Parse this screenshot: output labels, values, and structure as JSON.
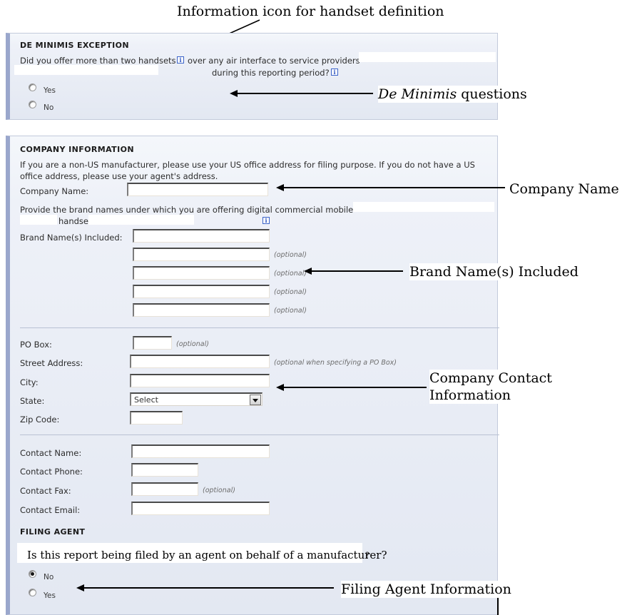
{
  "annotations": {
    "handset_info": "Information icon for handset definition",
    "de_minimis_pre": "De Minimis",
    "de_minimis_post": " questions",
    "company_name": "Company Name",
    "brand_names": "Brand Name(s) Included",
    "contact_info_line1": "Company Contact",
    "contact_info_line2": "Information",
    "filing_agent": "Filing Agent Information"
  },
  "de_minimis": {
    "section_title": "DE MINIMIS EXCEPTION",
    "question_part1": "Did you offer more than two handsets",
    "question_part2": "over any air interface to service providers",
    "question_part3": "during this reporting period?",
    "info_icon_1": "info-icon",
    "info_icon_2": "info-icon",
    "options": [
      {
        "label": "Yes",
        "selected": false
      },
      {
        "label": "No",
        "selected": false
      }
    ]
  },
  "company": {
    "section_title": "COMPANY INFORMATION",
    "intro": "If you are a non-US manufacturer, please use your US office address for filing purpose. If you do not have a US office address, please use your agent's address.",
    "company_name_label": "Company Name:",
    "company_name_value": "",
    "brand_prompt_part1": "Provide the brand names under which you are offering digital commercial mobile",
    "brand_prompt_part2": "handsets",
    "brand_info_icon": "info-icon",
    "brand_label": "Brand Name(s) Included:",
    "brand_values": [
      "",
      "",
      "",
      "",
      ""
    ],
    "optional_text": "(optional)",
    "address": {
      "po_box_label": "PO Box:",
      "po_box_value": "",
      "po_box_optional": "(optional)",
      "street_label": "Street Address:",
      "street_value": "",
      "street_optional": "(optional when specifying a PO Box)",
      "city_label": "City:",
      "city_value": "",
      "state_label": "State:",
      "state_value": "Select",
      "zip_label": "Zip Code:",
      "zip_value": ""
    },
    "contact": {
      "name_label": "Contact Name:",
      "name_value": "",
      "phone_label": "Contact Phone:",
      "phone_value": "",
      "fax_label": "Contact Fax:",
      "fax_value": "",
      "fax_optional": "(optional)",
      "email_label": "Contact Email:",
      "email_value": ""
    }
  },
  "filing_agent": {
    "section_title": "FILING AGENT",
    "question": "Is this report being filed by an agent on behalf of a manufacturer?",
    "question_tail": "?",
    "options": [
      {
        "label": "No",
        "selected": true
      },
      {
        "label": "Yes",
        "selected": false
      }
    ]
  },
  "colors": {
    "panel_bg": "#e9edf6",
    "panel_accent": "#9aa7cc",
    "info_blue": "#2a52be"
  }
}
